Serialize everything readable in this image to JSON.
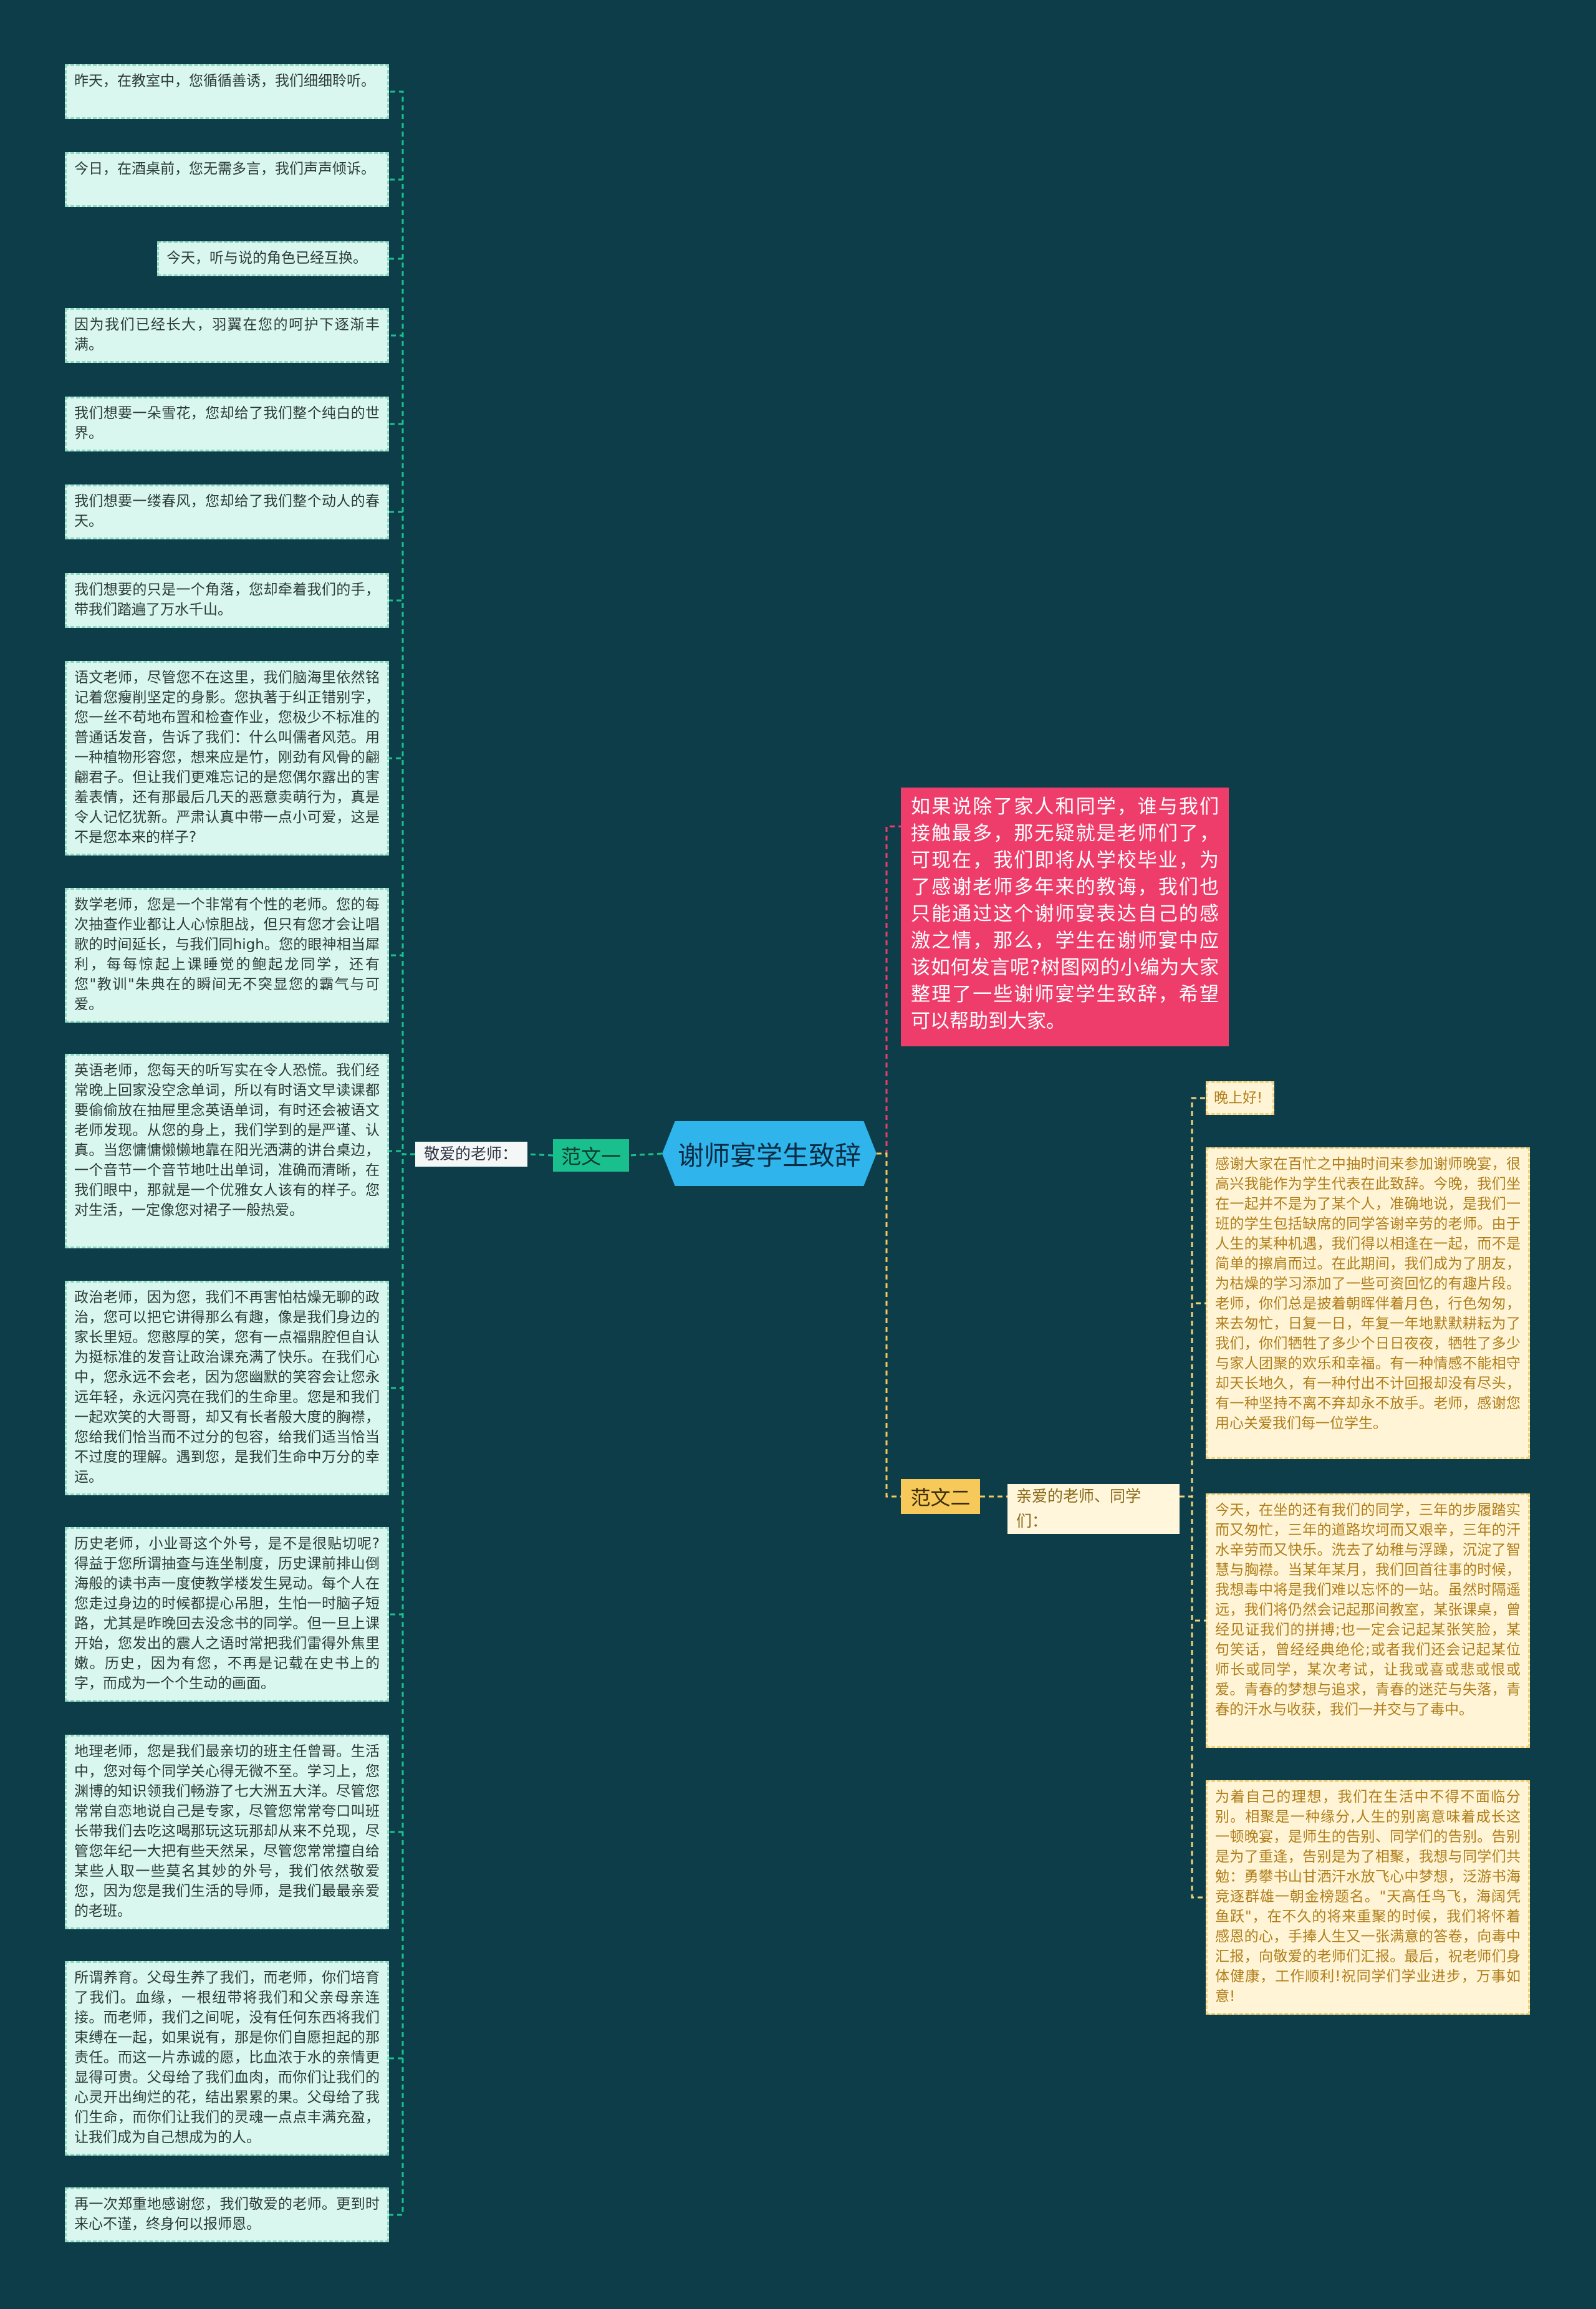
{
  "root": "谢师宴学生致辞",
  "intro": "如果说除了家人和同学，谁与我们接触最多，那无疑就是老师们了，可现在，我们即将从学校毕业，为了感谢老师多年来的教诲，我们也只能通过这个谢师宴表达自己的感激之情，那么，学生在谢师宴中应该如何发言呢?树图网的小编为大家整理了一些谢师宴学生致辞，希望可以帮助到大家。",
  "branch1": {
    "label": "范文一",
    "sub": "敬爱的老师：",
    "items": [
      "昨天，在教室中，您循循善诱，我们细细聆听。",
      "今日，在酒桌前，您无需多言，我们声声倾诉。",
      "今天，听与说的角色已经互换。",
      "因为我们已经长大，羽翼在您的呵护下逐渐丰满。",
      "我们想要一朵雪花，您却给了我们整个纯白的世界。",
      "我们想要一缕春风，您却给了我们整个动人的春天。",
      "我们想要的只是一个角落，您却牵着我们的手，带我们踏遍了万水千山。",
      "语文老师，尽管您不在这里，我们脑海里依然铭记着您瘦削坚定的身影。您执著于纠正错别字，您一丝不苟地布置和检查作业，您极少不标准的普通话发音，告诉了我们：什么叫儒者风范。用一种植物形容您，想来应是竹，刚劲有风骨的翩翩君子。但让我们更难忘记的是您偶尔露出的害羞表情，还有那最后几天的恶意卖萌行为，真是令人记忆犹新。严肃认真中带一点小可爱，这是不是您本来的样子?",
      "数学老师，您是一个非常有个性的老师。您的每次抽查作业都让人心惊胆战，但只有您才会让唱歌的时间延长，与我们同high。您的眼神相当犀利，每每惊起上课睡觉的鲍起龙同学，还有您\"教训\"朱典在的瞬间无不突显您的霸气与可爱。",
      "英语老师，您每天的听写实在令人恐慌。我们经常晚上回家没空念单词，所以有时语文早读课都要偷偷放在抽屉里念英语单词，有时还会被语文老师发现。从您的身上，我们学到的是严谨、认真。当您慵慵懒懒地靠在阳光洒满的讲台桌边，一个音节一个音节地吐出单词，准确而清晰，在我们眼中，那就是一个优雅女人该有的样子。您对生活，一定像您对裙子一般热爱。",
      "政治老师，因为您，我们不再害怕枯燥无聊的政治，您可以把它讲得那么有趣，像是我们身边的家长里短。您憨厚的笑，您有一点福鼎腔但自认为挺标准的发音让政治课充满了快乐。在我们心中，您永远不会老，因为您幽默的笑容会让您永远年轻，永远闪亮在我们的生命里。您是和我们一起欢笑的大哥哥，却又有长者般大度的胸襟，您给我们恰当而不过分的包容，给我们适当恰当不过度的理解。遇到您，是我们生命中万分的幸运。",
      "历史老师，小业哥这个外号，是不是很贴切呢?得益于您所谓抽查与连坐制度，历史课前排山倒海般的读书声一度使教学楼发生晃动。每个人在您走过身边的时候都提心吊胆，生怕一时脑子短路，尤其是昨晚回去没念书的同学。但一旦上课开始，您发出的震人之语时常把我们雷得外焦里嫩。历史，因为有您，不再是记载在史书上的字，而成为一个个生动的画面。",
      "地理老师，您是我们最亲切的班主任曾哥。生活中，您对每个同学关心得无微不至。学习上，您渊博的知识领我们畅游了七大洲五大洋。尽管您常常自恋地说自己是专家，尽管您常常夸口叫班长带我们去吃这喝那玩这玩那却从来不兑现，尽管您年纪一大把有些天然呆，尽管您常常擅自给某些人取一些莫名其妙的外号，我们依然敬爱您，因为您是我们生活的导师，是我们最最亲爱的老班。",
      "所谓养育。父母生养了我们，而老师，你们培育了我们。血缘，一根纽带将我们和父亲母亲连接。而老师，我们之间呢，没有任何东西将我们束缚在一起，如果说有，那是你们自愿担起的那责任。而这一片赤诚的愿，比血浓于水的亲情更显得可贵。父母给了我们血肉，而你们让我们的心灵开出绚烂的花，结出累累的果。父母给了我们生命，而你们让我们的灵魂一点点丰满充盈，让我们成为自己想成为的人。",
      "再一次郑重地感谢您，我们敬爱的老师。更到时来心不谨，终身何以报师恩。"
    ]
  },
  "branch2": {
    "label": "范文二",
    "sub": "亲爱的老师、同学们：",
    "items": [
      "晚上好!",
      "感谢大家在百忙之中抽时间来参加谢师晚宴，很高兴我能作为学生代表在此致辞。今晚，我们坐在一起并不是为了某个人，准确地说，是我们一班的学生包括缺席的同学答谢辛劳的老师。由于人生的某种机遇，我们得以相逢在一起，而不是简单的擦肩而过。在此期间，我们成为了朋友，为枯燥的学习添加了一些可资回忆的有趣片段。老师，你们总是披着朝晖伴着月色，行色匆匆，来去匆忙，日复一日，年复一年地默默耕耘为了我们，你们牺牲了多少个日日夜夜，牺牲了多少与家人团聚的欢乐和幸福。有一种情感不能相守却天长地久，有一种付出不计回报却没有尽头，有一种坚持不离不弃却永不放手。老师，感谢您用心关爱我们每一位学生。",
      "今天，在坐的还有我们的同学，三年的步履踏实而又匆忙，三年的道路坎坷而又艰辛，三年的汗水辛劳而又快乐。洗去了幼稚与浮躁，沉淀了智慧与胸襟。当某年某月，我们回首往事的时候，我想毒中将是我们难以忘怀的一站。虽然时隔遥远，我们将仍然会记起那间教室，某张课桌，曾经见证我们的拼搏;也一定会记起某张笑脸，某句笑话，曾经经典绝伦;或者我们还会记起某位师长或同学，某次考试，让我或喜或悲或恨或爱。青春的梦想与追求，青春的迷茫与失落，青春的汗水与收获，我们一并交与了毒中。",
      "为着自己的理想，我们在生活中不得不面临分别。相聚是一种缘分,人生的别离意味着成长这一顿晚宴，是师生的告别、同学们的告别。告别是为了重逢，告别是为了相聚，我想与同学们共勉：勇攀书山甘洒汗水放飞心中梦想，泛游书海竞逐群雄一朝金榜题名。\"天高任鸟飞，海阔凭鱼跃\"，在不久的将来重聚的时候，我们将怀着感恩的心，手捧人生又一张满意的答卷，向毒中汇报，向敬爱的老师们汇报。最后，祝老师们身体健康，工作顺利!祝同学们学业进步，万事如意!"
    ]
  },
  "colors": {
    "background": "#0e3d4a",
    "root": "#2fb5ec",
    "branch1": "#19c08e",
    "branch2": "#f7c85a",
    "intro": "#ef3d6b",
    "leaf_left": "#d9f7ee",
    "leaf_right": "#fff5d6"
  }
}
